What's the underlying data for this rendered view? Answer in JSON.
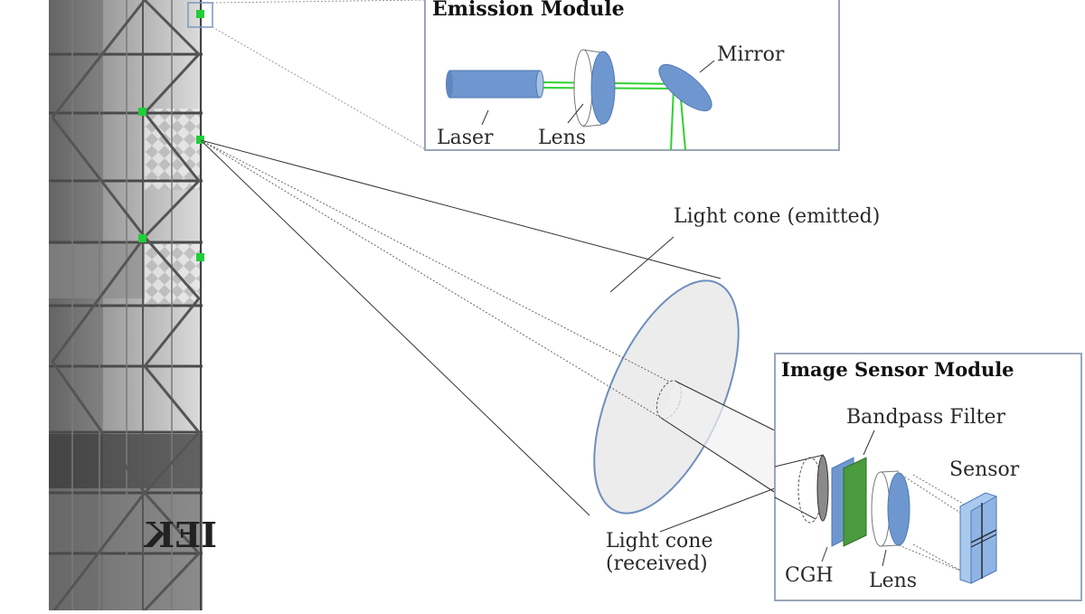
{
  "emission_module": {
    "title": "Emission Module",
    "labels": {
      "laser": "Laser",
      "lens": "Lens",
      "mirror": "Mirror"
    }
  },
  "image_sensor_module": {
    "title": "Image Sensor Module",
    "labels": {
      "bandpass_filter": "Bandpass Filter",
      "sensor": "Sensor",
      "cgh": "CGH",
      "lens": "Lens"
    }
  },
  "cones": {
    "emitted_label": "Light cone (emitted)",
    "received_label_line1": "Light cone",
    "received_label_line2": "(received)"
  },
  "building": {
    "sign_text": "IEK"
  },
  "colors": {
    "component_blue": "#6f97cf",
    "filter_green": "#4a9a3e",
    "beam_green": "#2fd12f",
    "marker_green": "#1fcf3a",
    "box_border": "#9aa6b8"
  }
}
